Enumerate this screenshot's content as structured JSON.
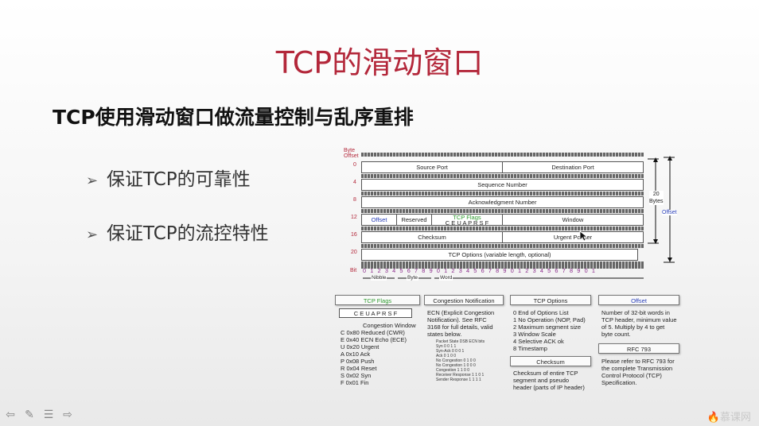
{
  "slide": {
    "title": "TCP的滑动窗口",
    "subtitle": "TCP使用滑动窗口做流量控制与乱序重排",
    "bullets": [
      "保证TCP的可靠性",
      "保证TCP的流控特性"
    ]
  },
  "diagram": {
    "byte_offset_label": "Byte\nOffset",
    "bit_label": "Bit",
    "row_offsets": [
      "0",
      "4",
      "8",
      "12",
      "16",
      "20"
    ],
    "fields": {
      "source_port": "Source Port",
      "destination_port": "Destination Port",
      "sequence_number": "Sequence Number",
      "ack_number": "Acknowledgment Number",
      "offset": "Offset",
      "reserved": "Reserved",
      "tcp_flags": "TCP Flags",
      "flag_letters": "C E U A P R S F",
      "window": "Window",
      "checksum": "Checksum",
      "urgent_pointer": "Urgent Pointer",
      "options": "TCP Options (variable length, optional)"
    },
    "header_size": "20\nBytes",
    "offset_side": "Offset",
    "bit_digits": "0 1 2 3 4 5 6 7 8 9 0 1 2 3 4 5 6 7 8 9 0 1 2 3 4 5 6 7 8 9 0 1",
    "units": {
      "nibble": "Nibble",
      "byte": "Byte",
      "word": "Word"
    }
  },
  "legend": {
    "flags": {
      "head": "TCP Flags",
      "letters": "C E U A P R S F",
      "caption": "Congestion Window",
      "items": [
        "C 0x80 Reduced (CWR)",
        "E 0x40 ECN Echo (ECE)",
        "U 0x20 Urgent",
        "A 0x10 Ack",
        "P 0x08 Push",
        "R 0x04 Reset",
        "S 0x02 Syn",
        "F 0x01 Fin"
      ]
    },
    "congestion": {
      "head": "Congestion Notification",
      "text": [
        "ECN (Explicit Congestion",
        "Notification).  See RFC",
        "3168 for full details, valid",
        "states below."
      ],
      "table": [
        "Packet State   DSB   ECN bits",
        "Syn   0 0   1 1",
        "Syn-Ack   0 0   0 1",
        "Ack   0 1   0 0",
        "",
        "No Congestion   0 1   0 0",
        "No Congestion   1 0   0 0",
        "",
        "Congestion   1 1   0 0",
        "Receiver Response   1 1   0 1",
        "Sender Response   1 1   1 1"
      ]
    },
    "options": {
      "head": "TCP Options",
      "items": [
        "0 End of Options List",
        "1 No Operation (NOP, Pad)",
        "2 Maximum segment size",
        "3 Window Scale",
        "4 Selective ACK ok",
        "8 Timestamp"
      ]
    },
    "checksum": {
      "head": "Checksum",
      "text": [
        "Checksum of entire TCP",
        "segment and pseudo",
        "header (parts of IP header)"
      ]
    },
    "offset": {
      "head": "Offset",
      "text": [
        "Number of 32-bit words in",
        "TCP header, minimum value",
        "of 5.  Multiply by 4 to get",
        "byte count."
      ]
    },
    "rfc": {
      "head": "RFC 793",
      "text": [
        "Please refer to RFC 793 for",
        "the complete Transmission",
        "Control Protocol (TCP)",
        "Specification."
      ]
    }
  },
  "footer": {
    "logo": "慕课网"
  },
  "colors": {
    "title": "#b3273a",
    "flags_green": "#2e9a2e",
    "offset_blue": "#2a3fb8",
    "offset_red": "#b3273a"
  }
}
